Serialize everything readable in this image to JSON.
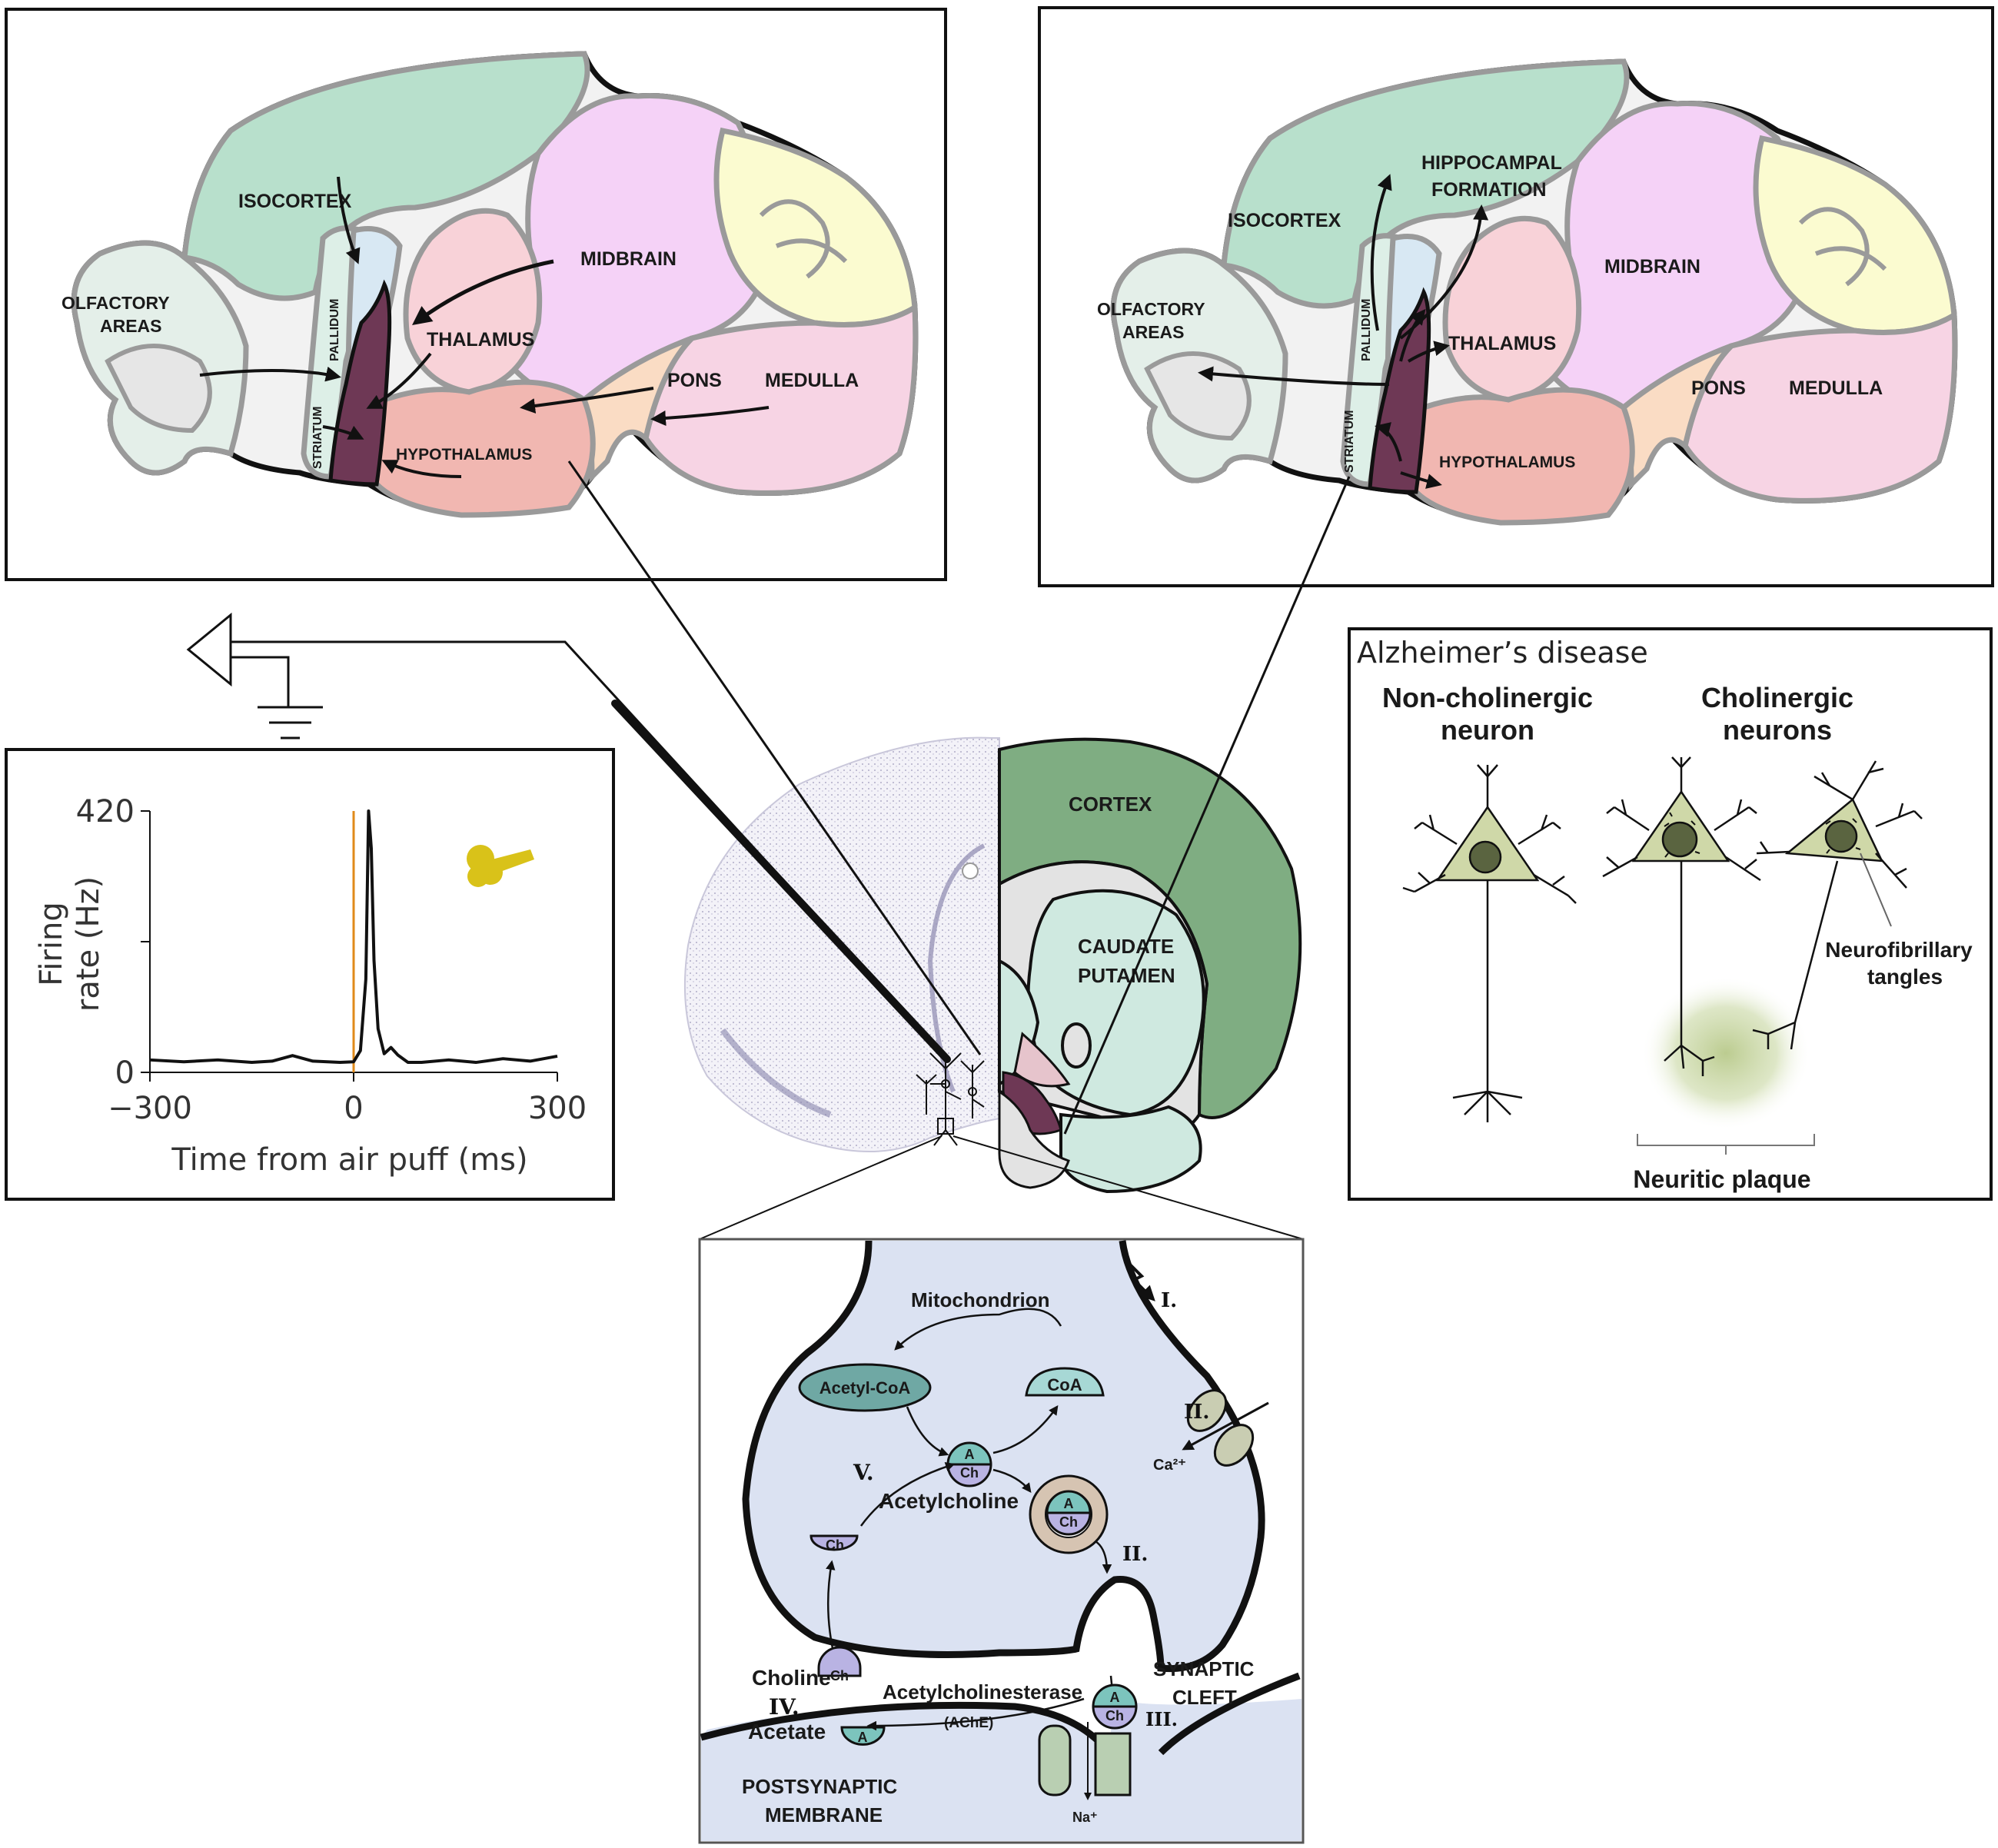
{
  "colors": {
    "isocortex": "#b8e0cc",
    "midbrain": "#f5d2f7",
    "cerebellum": "#fbfbd0",
    "thalamus": "#f8d2d8",
    "hypothalamus": "#f1b7b1",
    "pons": "#fadcc4",
    "medulla": "#f7d4e4",
    "olfactory": "#e6e6e6",
    "striatum": "#ddefe7",
    "pallidum": "#d8e8f3",
    "basal_forebrain": "#6e3855",
    "cortex_coronal": "#7fad82",
    "caudate": "#cfe9e0",
    "synapse_bg": "#dbe2f2",
    "timing_line": "#e08a1a",
    "air_puff_icon": "#d9c219"
  },
  "brain_left": {
    "isocortex": "ISOCORTEX",
    "olfactory": "OLFACTORY\nAREAS",
    "midbrain": "MIDBRAIN",
    "thalamus": "THALAMUS",
    "pons": "PONS",
    "medulla": "MEDULLA",
    "hypothalamus": "HYPOTHALAMUS",
    "striatum": "STRIATUM",
    "pallidum": "PALLIDUM"
  },
  "brain_right": {
    "isocortex": "ISOCORTEX",
    "hippocampal": "HIPPOCAMPAL\nFORMATION",
    "olfactory": "OLFACTORY\nAREAS",
    "midbrain": "MIDBRAIN",
    "thalamus": "THALAMUS",
    "pons": "PONS",
    "medulla": "MEDULLA",
    "hypothalamus": "HYPOTHALAMUS",
    "striatum": "STRIATUM",
    "pallidum": "PALLIDUM"
  },
  "coronal": {
    "cortex": "CORTEX",
    "caudate": "CAUDATE\nPUTAMEN"
  },
  "chart": {
    "ylabel": "Firing\nrate (Hz)",
    "xlabel": "Time from air puff (ms)",
    "yticks": [
      "420",
      "0"
    ],
    "xticks": [
      "−300",
      "0",
      "300"
    ]
  },
  "chart_data": {
    "type": "line",
    "xlabel": "Time from air puff (ms)",
    "ylabel": "Firing rate (Hz)",
    "xlim": [
      -300,
      300
    ],
    "ylim": [
      0,
      420
    ],
    "event_line_x": 0,
    "x": [
      -300,
      -250,
      -200,
      -150,
      -120,
      -90,
      -60,
      -20,
      0,
      10,
      18,
      22,
      26,
      30,
      36,
      45,
      55,
      65,
      80,
      100,
      140,
      180,
      220,
      260,
      300
    ],
    "y": [
      20,
      17,
      20,
      16,
      18,
      27,
      18,
      16,
      17,
      35,
      150,
      420,
      360,
      180,
      70,
      30,
      40,
      28,
      16,
      16,
      20,
      16,
      22,
      18,
      26
    ]
  },
  "alzheimer": {
    "title": "Alzheimer’s disease",
    "non_cholinergic": "Non-cholinergic\nneuron",
    "cholinergic": "Cholinergic\nneurons",
    "tangles": "Neurofibrillary\ntangles",
    "plaque": "Neuritic plaque"
  },
  "synapse": {
    "mitochondrion": "Mitochondrion",
    "acetyl_coa": "Acetyl-CoA",
    "coa": "CoA",
    "acetylcholine": "Acetylcholine",
    "a": "A",
    "ch": "Ch",
    "choline": "Choline",
    "acetate": "Acetate",
    "ache": "Acetylcholinesterase",
    "ache_abbr": "(AChE)",
    "cleft": "SYNAPTIC\nCLEFT",
    "post": "POSTSYNAPTIC\nMEMBRANE",
    "calcium": "Ca²⁺",
    "sodium": "Na⁺",
    "step1": "I.",
    "step2a": "II.",
    "step2b": "II.",
    "step3": "III.",
    "step4": "IV.",
    "step5": "V."
  }
}
